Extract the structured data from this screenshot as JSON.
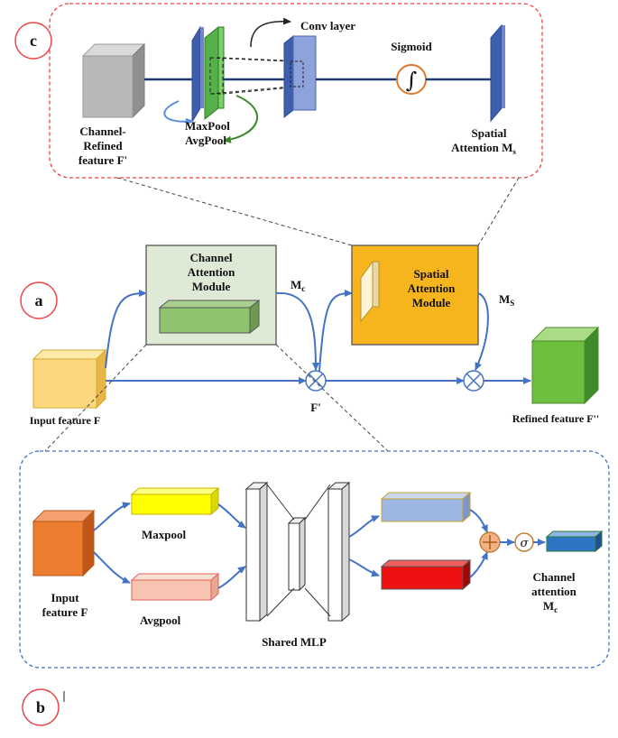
{
  "panels": {
    "a": "a",
    "b": "b",
    "c": "c"
  },
  "panel_c": {
    "input_label_1": "Channel-",
    "input_label_2": "Refined",
    "input_label_3": "feature F'",
    "pool_label_1": "MaxPool",
    "pool_label_2": "AvgPool",
    "conv_label": "Conv layer",
    "sigmoid_label": "Sigmoid",
    "sigmoid_symbol": "∫",
    "output_label_1": "Spatial",
    "output_label_2": "Attention M",
    "output_label_sub": "s"
  },
  "panel_a": {
    "channel_module_1": "Channel",
    "channel_module_2": "Attention",
    "channel_module_3": "Module",
    "spatial_module_1": "Spatial",
    "spatial_module_2": "Attention",
    "spatial_module_3": "Module",
    "mc_label": "M",
    "mc_sub": "c",
    "ms_label": "M",
    "ms_sub": "S",
    "input_label": "Input feature F",
    "fprime_label": "F'",
    "refined_label": "Refined feature F''"
  },
  "panel_b": {
    "input_label_1": "Input",
    "input_label_2": "feature F",
    "maxpool_label": "Maxpool",
    "avgpool_label": "Avgpool",
    "mlp_label": "Shared MLP",
    "sigma_symbol": "σ",
    "output_label_1": "Channel",
    "output_label_2": "attention",
    "output_label_3": "M",
    "output_label_sub": "c"
  },
  "colors": {
    "gray_cube": "#b8b8b8",
    "blue_plane": "#6f86cf",
    "green_plane": "#7ccf6a",
    "channel_module_bg": "#dfead6",
    "spatial_module_bg": "#f6b51c",
    "input_cube": "#fdd77e",
    "refined_cube": "#6fbf3f",
    "orange_cube": "#ed7d31",
    "maxpool_bar": "#ffff00",
    "avgpool_bar": "#f6c4b0",
    "blue_bar": "#9db6e2",
    "red_bar": "#ee1111",
    "output_bar": "#2f75c5",
    "arrow_blue": "#4472c4",
    "panel_c_border": "#ee4444",
    "panel_b_border": "#4472c4"
  }
}
